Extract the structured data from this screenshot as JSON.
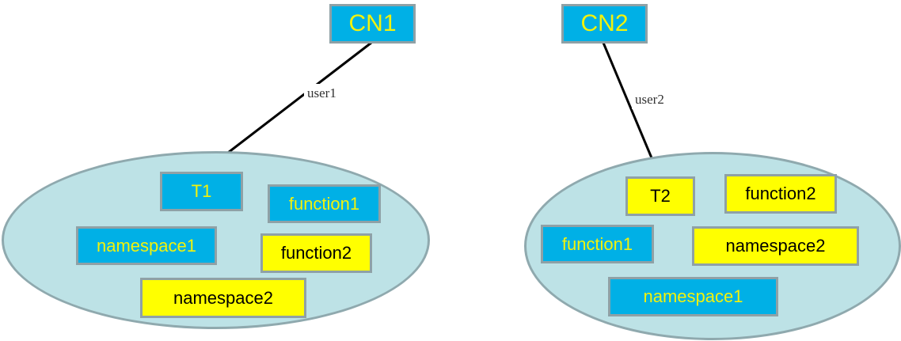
{
  "nodes": {
    "cn1": {
      "label": "CN1",
      "color": "blue"
    },
    "cn2": {
      "label": "CN2",
      "color": "blue"
    },
    "left": {
      "t1": {
        "label": "T1",
        "color": "blue"
      },
      "function1": {
        "label": "function1",
        "color": "blue"
      },
      "namespace1": {
        "label": "namespace1",
        "color": "blue"
      },
      "function2": {
        "label": "function2",
        "color": "yellow"
      },
      "namespace2": {
        "label": "namespace2",
        "color": "yellow"
      }
    },
    "right": {
      "t2": {
        "label": "T2",
        "color": "yellow"
      },
      "function2": {
        "label": "function2",
        "color": "yellow"
      },
      "function1": {
        "label": "function1",
        "color": "blue"
      },
      "namespace2": {
        "label": "namespace2",
        "color": "yellow"
      },
      "namespace1": {
        "label": "namespace1",
        "color": "blue"
      }
    }
  },
  "edges": [
    {
      "from": "CN1",
      "to": "T1",
      "label": "user1"
    },
    {
      "from": "CN2",
      "to": "T2",
      "label": "user2"
    }
  ],
  "colors": {
    "blue_fill": "#00b0e6",
    "blue_text": "#f2f20c",
    "yellow_fill": "#ffff00",
    "yellow_text": "#000000",
    "ellipse_fill": "#bde2e6",
    "ellipse_border": "#8fa9ae",
    "box_border": "#8fa1a6"
  }
}
